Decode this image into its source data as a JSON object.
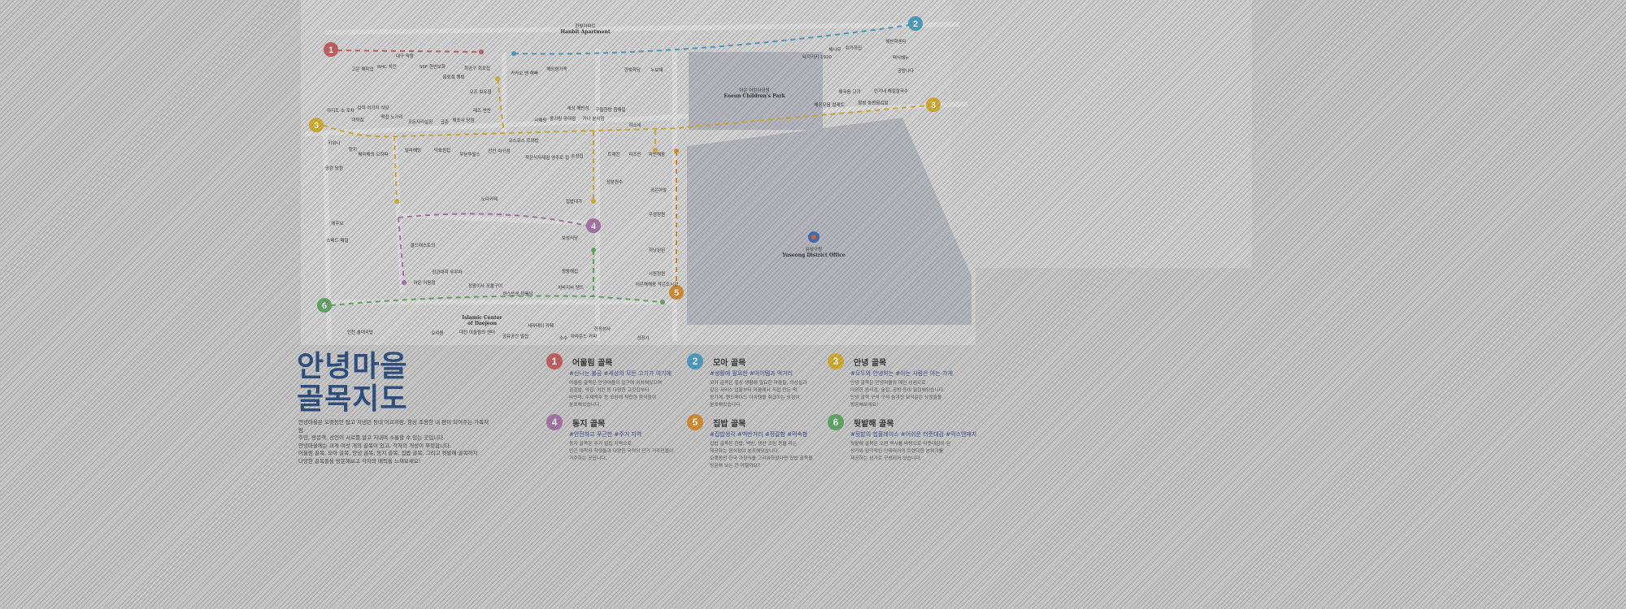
{
  "colors": {
    "route1": "#c45d5d",
    "route2": "#4a9dc2",
    "route3": "#d1ad2e",
    "route4": "#a673a6",
    "route5": "#d48c2e",
    "route6": "#5fa661",
    "title": "#2b4e7e"
  },
  "map": {
    "apartment": "한빛아파트\nHanbit Apartment",
    "apartment_ko": "한빛아파트",
    "apartment_en": "Hanbit Apartment",
    "park_ko": "어은 어린이공원",
    "park_en": "Eoeun Children's Park",
    "office_ko": "유성구청",
    "office_en": "Yuseong District Office",
    "islamic_en1": "Islamic Center",
    "islamic_en2": "of Daejeon",
    "labels": [
      "고은 해피업",
      "RHC 치킨",
      "대구 막창",
      "SSF 한빈보화",
      "음료점 벨링",
      "최공구 회포집",
      "카카오 맨 해빠",
      "해밍량가족",
      "한빛학당",
      "누보쉐",
      "타지키키 1920",
      "해나무",
      "쥐가하집",
      "해빈학센터",
      "떡식해누",
      "공방나다",
      "인기네 해일칼국수",
      "알랑 동편원김밥",
      "해국음 고기",
      "해온모음 컬레트",
      "아지트 소 포차",
      "대박집",
      "감히 어가지 식당",
      "떡집 노가리",
      "꼬돈지리실정",
      "곱촌",
      "해포서 당점",
      "레즈 반찬",
      "오즈 보유점",
      "사해랑",
      "콩기림 공대점",
      "세상 해빈성",
      "가나 분식점",
      "구들한방 칩해일",
      "하소네",
      "키위나",
      "망키",
      "꿰리해의 오하파",
      "공강 당점",
      "밀라해밍",
      "덕호원집",
      "우분투빌스",
      "칸칸 마구점",
      "코스코스 르꽈밥",
      "작은식자재점 영주로 집",
      "손성집",
      "트래킨",
      "리즈빈",
      "자빈해음",
      "성분원수",
      "노다카페",
      "집밥대가",
      "공은아발",
      "우생정원",
      "히낭된된",
      "시원정원",
      "보성식당",
      "애주보",
      "스페드 패밀",
      "울드래스토의",
      "정왕해집",
      "어은 어음점",
      "정관대학 무우파",
      "정왕이사 포불구이",
      "비스트로 미블닥",
      "치바지바 땡뜨",
      "어은해해음 작은도서관",
      "인천 솔대국밥",
      "요리원",
      "대전 이슬람의 센터",
      "공유공간 벌집",
      "세라데이 카페",
      "소수",
      "아라운드 커피",
      "한정성사",
      "성장시"
    ],
    "route_numbers": [
      "1",
      "2",
      "3",
      "3",
      "4",
      "5",
      "6"
    ]
  },
  "title_line1": "안녕마을",
  "title_line2": "골목지도",
  "intro": [
    "안녕마을은 오랫동안 탑고 지낸던 동네 어르하람, 항상 조용한 내 편이 되어주는 가족처럼",
    "주민, 방문객, 상인이 서로를 알고 지내며 소통할 수 있는 곳입니다.",
    "안녕마을에는 크게 여섯 개의 골목이 있고, 각자의 개성이 뚜렷합니다.",
    "어울림 골목, 모아 골목, 안녕 골목, 동지 골목, 집밥 골목, 그리고 뒷밭해 골목까지",
    "다양한 골목들을 방문해보고 각자의 매력을 느껴보세요!"
  ],
  "legend": [
    {
      "num": "1",
      "name": "어울림 골목",
      "tags": "#신나는 불금 #세상의 모든 고기가 여기에",
      "desc": [
        "어울림 골목은 안녕마을의 입구에 위치해있으며",
        "김집밥, 악집, 치킨 등 다양한 고깃집부터",
        "비빈마, 수제맥주 등 모임에 적합한 음식점이",
        "분포해있습니다."
      ]
    },
    {
      "num": "2",
      "name": "모아 골목",
      "tags": "#생활에 필요한 #아이템과 먹거리",
      "desc": [
        "모아 골목은 일상 생활에 필요한 마을들, 의상실과",
        "같은 서비스 업들부터 마을에서 직접 만든 떡,",
        "장가게, 핸드메이드 아이템을 취급하는 상점이",
        "분포해있습니다."
      ]
    },
    {
      "num": "3",
      "name": "안녕 골목",
      "tags": "#모두와 안녕하는 #아는 사람은 아는 가게",
      "desc": [
        "안녕 골목은 안녕마을의 메인 상권으로",
        "다양한 음식점, 술집, 공방 등이 밀집해있습니다.",
        "안녕 골목 구석 구석 숨겨진 보석같은 상점들을",
        "방문해보세요!"
      ]
    },
    {
      "num": "4",
      "name": "동지 골목",
      "tags": "#안전하고 푸근한 #주거 지역",
      "desc": [
        "동지 골목은 주거 밀집 지역으로",
        "인근 대학의 학생들과 다양한 국적의 단기 거주민들이",
        "거주하는 곳입니다.",
        ""
      ]
    },
    {
      "num": "5",
      "name": "집밥 골목",
      "tags": "#집밥생각 #백반거리 #정갈함 #먹속함",
      "desc": [
        "집밥 골목은 한밥, 백반, 생선 조림 등을 파는",
        "제공하는 음식점이 분포해있습니다.",
        "오랫동안 한국 가정식을 그리워하셨다면 집밥 골목을",
        "방문해 보는 건 어떨까요?"
      ]
    },
    {
      "num": "6",
      "name": "뒷밭해 골목",
      "tags": "#뒷밭의 힙플레이스 #어쉬운 터줏대감 #믹스앤매치",
      "desc": [
        "뒷밭해 골목은 오랜 역사를 바탕으로 터줏대감이 된",
        "상가와 감각적인 인테리어의 트렌디한 분위기를",
        "제공하는 상가로 구성되어 있습니다.",
        ""
      ]
    }
  ]
}
